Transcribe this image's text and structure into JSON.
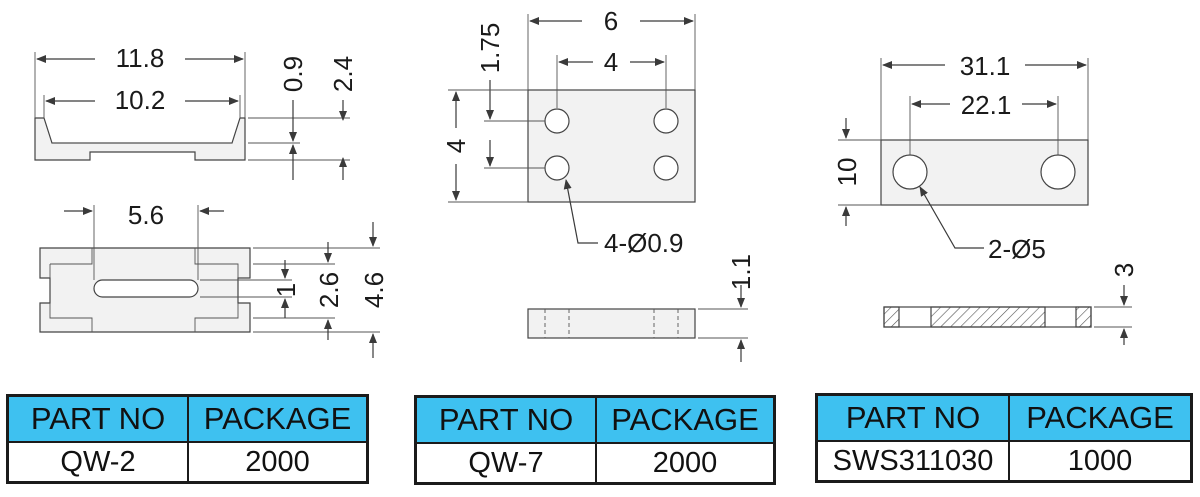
{
  "drawings": {
    "qw2_top": {
      "dims": [
        "11.8",
        "10.2",
        "0.9",
        "2.4"
      ]
    },
    "qw2_bottom": {
      "dims": [
        "5.6",
        "1",
        "2.6",
        "4.6"
      ]
    },
    "qw7": {
      "dims": [
        "6",
        "4",
        "1.75",
        "4",
        "4-Ø0.9",
        "1.1"
      ]
    },
    "sws": {
      "dims": [
        "31.1",
        "22.1",
        "10",
        "2-Ø5",
        "3"
      ]
    }
  },
  "tables": [
    {
      "header_part": "PART NO",
      "header_package": "PACKAGE",
      "part": "QW-2",
      "package": "2000"
    },
    {
      "header_part": "PART NO",
      "header_package": "PACKAGE",
      "part": "QW-7",
      "package": "2000"
    },
    {
      "header_part": "PART NO",
      "header_package": "PACKAGE",
      "part": "SWS311030",
      "package": "1000"
    }
  ],
  "colors": {
    "table_header": "#3ec1f0",
    "line": "#3a3a3a"
  }
}
